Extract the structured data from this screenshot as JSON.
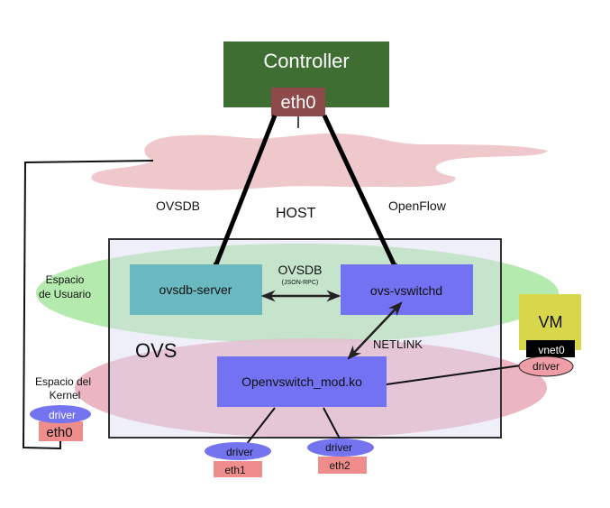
{
  "diagram": {
    "title": "Open vSwitch architecture",
    "controller": {
      "label": "Controller",
      "port": "eth0"
    },
    "links": {
      "ovsdb": "OVSDB",
      "openflow": "OpenFlow",
      "host": "HOST",
      "internal_ovsdb": "OVSDB",
      "internal_ovsdb_sub": "(JSON-RPC)",
      "netlink": "NETLINK"
    },
    "ovs": {
      "label": "OVS",
      "ovsdb_server": "ovsdb-server",
      "ovs_vswitchd": "ovs-vswitchd",
      "kernel_module": "Openvswitch_mod.ko"
    },
    "spaces": {
      "user_line1": "Espacio",
      "user_line2": "de Usuario",
      "kernel_line1": "Espacio del",
      "kernel_line2": "Kernel"
    },
    "host_nic": {
      "driver": "driver",
      "port": "eth0"
    },
    "nics": [
      {
        "driver": "driver",
        "port": "eth1"
      },
      {
        "driver": "driver",
        "port": "eth2"
      }
    ],
    "vm": {
      "label": "VM",
      "port": "vnet0",
      "driver": "driver"
    },
    "colors": {
      "controller": "#3e6e32",
      "controller_port": "#8c4a4a",
      "cloud": "#efc8cc",
      "user_space": "#a8e6a0",
      "kernel_space": "#e7a8b6",
      "ovsdb_server": "#6ab8c0",
      "vswitchd": "#7272f2",
      "driver": "#7474f0",
      "nic": "#ef8c8c",
      "vm": "#d8d64a",
      "vnet": "#000000"
    }
  }
}
